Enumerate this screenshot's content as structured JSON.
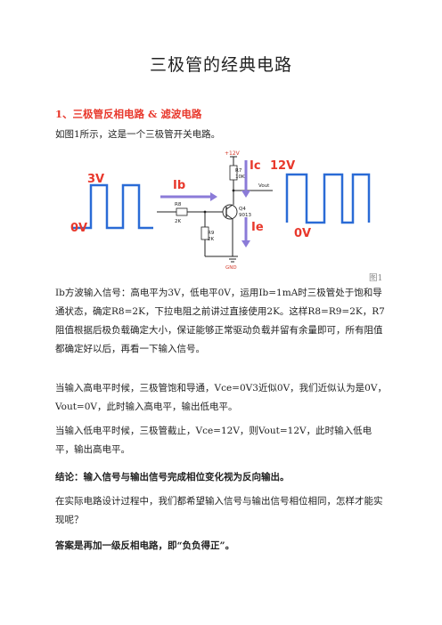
{
  "document": {
    "title": "三极管的经典电路",
    "section_heading": "1、三极管反相电路 & 滤波电路",
    "intro": "如图1所示，这是一个三极管开关电路。",
    "figure_caption": "图1",
    "paragraphs": [
      "Ib方波输入信号：高电平为3V，低电平0V，运用Ib=1mA时三极管处于饱和导通状态，确定R8=2K，下拉电阻之前讲过直接使用2K。这样R8=R9=2K，R7阻值根据后极负载确定大小，保证能够正常驱动负载并留有余量即可，所有阻值都确定好以后，再看一下输入信号。",
      "当输入高电平时候，三极管饱和导通，Vce=0V3近似0V，我们近似认为是0V，Vout=0V，此时输入高电平，输出低电平。",
      "当输入低电平时候，三极管截止，Vce=12V，则Vout=12V，此时输入低电平，输出高电平。"
    ],
    "conclusion": "结论：输入信号与输出信号完成相位变化视为反向输出。",
    "question": "在实际电路设计过程中，我们都希望输入信号与输出信号相位相同，怎样才能实现呢？",
    "answer": "答案是再加一级反相电路，即“负负得正”。"
  },
  "circuit": {
    "input_high": "3V",
    "input_low": "0V",
    "output_high": "12V",
    "output_low": "0V",
    "ib_label": "Ib",
    "ic_label": "Ic",
    "ie_label": "Ie",
    "supply": "+12V",
    "r7_name": "R7",
    "r7_value": "10K",
    "r8_name": "R8",
    "r8_value": "2K",
    "r9_name": "R9",
    "r9_value": "2K",
    "q_name": "Q4",
    "q_part": "9013",
    "vout_label": "Vout",
    "gnd_label": "GND",
    "colors": {
      "wave": "#2a6bd6",
      "label": "#e8382c",
      "arrow": "#8b7bd8",
      "wire": "#222222"
    }
  }
}
